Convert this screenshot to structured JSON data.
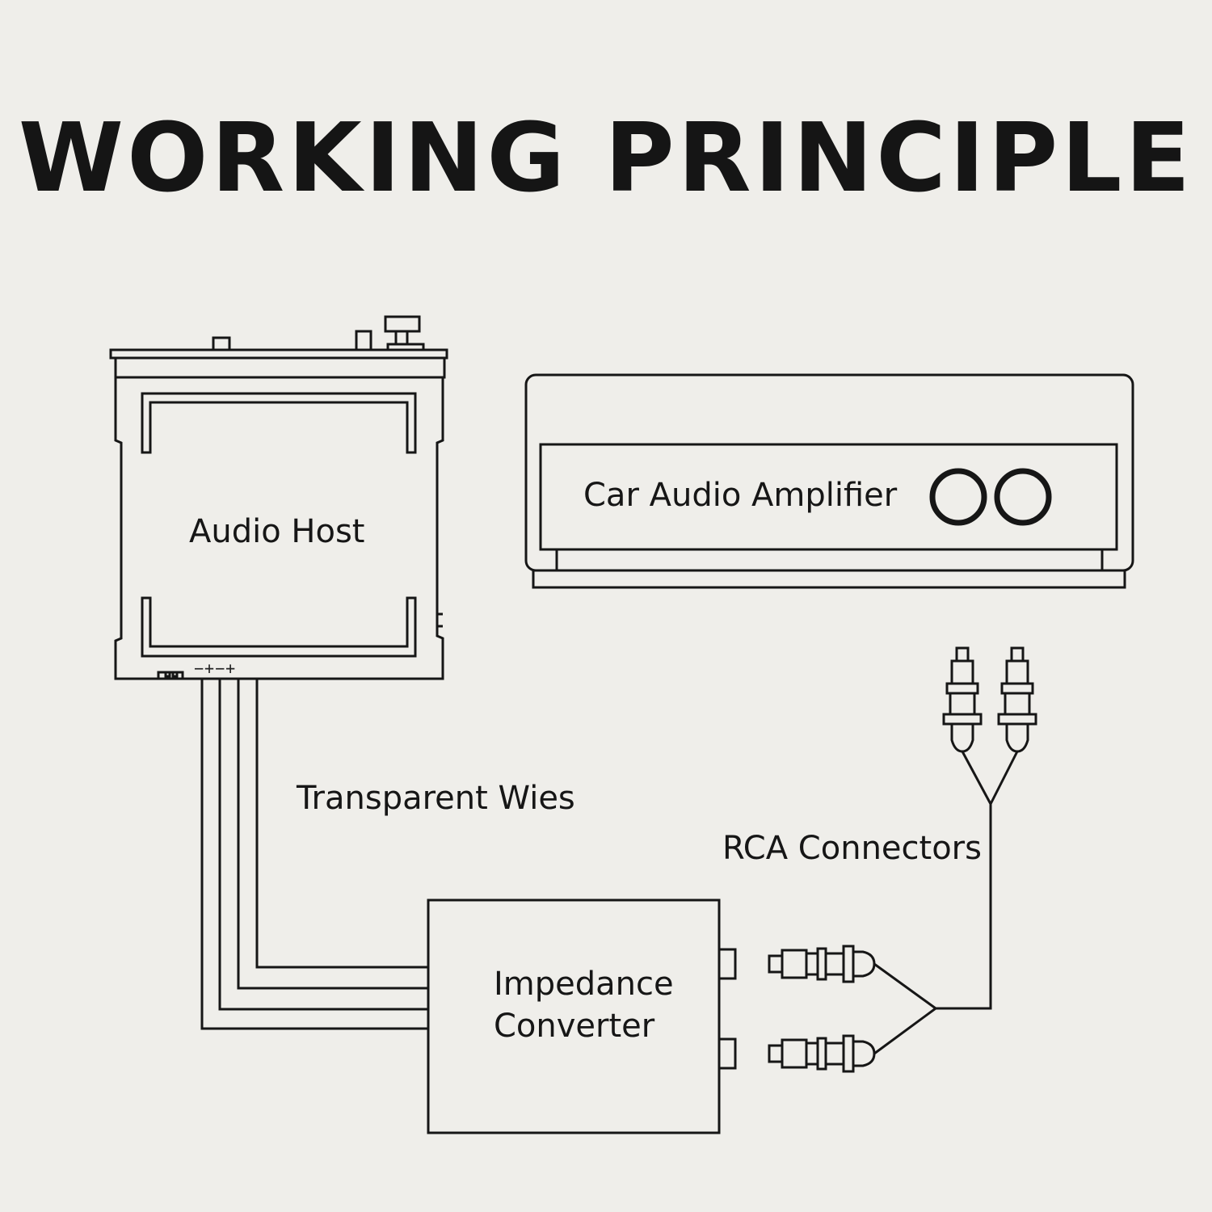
{
  "title": "WORKING PRINCIPLE",
  "labels": {
    "audio_host": "Audio Host",
    "car_audio_amplifier": "Car Audio Amplifier",
    "transparent_wires": "Transparent Wies",
    "rca_connectors": "RCA Connectors",
    "impedance_converter_line1": "Impedance",
    "impedance_converter_line2": "Converter",
    "polarity_marks": "−+−+"
  },
  "colors": {
    "background": "#efeeea",
    "ink": "#161616"
  }
}
